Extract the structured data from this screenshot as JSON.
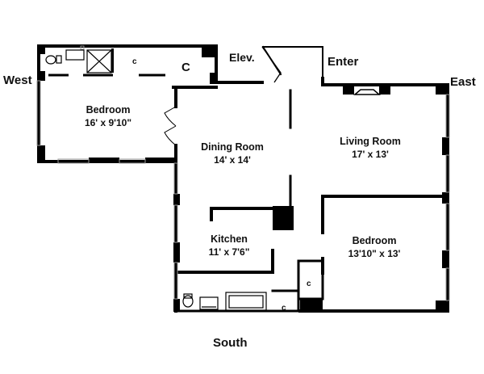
{
  "compass": {
    "west": "West",
    "east": "East",
    "south": "South"
  },
  "labels": {
    "elevator": "Elev.",
    "enter": "Enter"
  },
  "rooms": {
    "bedroom_west": {
      "name": "Bedroom",
      "dims": "16' x 9'10\""
    },
    "dining_room": {
      "name": "Dining Room",
      "dims": "14' x 14'"
    },
    "living_room": {
      "name": "Living Room",
      "dims": "17' x 13'"
    },
    "kitchen": {
      "name": "Kitchen",
      "dims": "11' x 7'6\""
    },
    "bedroom_east": {
      "name": "Bedroom",
      "dims": "13'10\" x 13'"
    }
  },
  "closets": {
    "top_small": "c",
    "top_large": "C",
    "mid": "c",
    "bottom": "c"
  },
  "colors": {
    "wall": "#000000",
    "window": "#9a9a9a",
    "background": "#ffffff"
  }
}
